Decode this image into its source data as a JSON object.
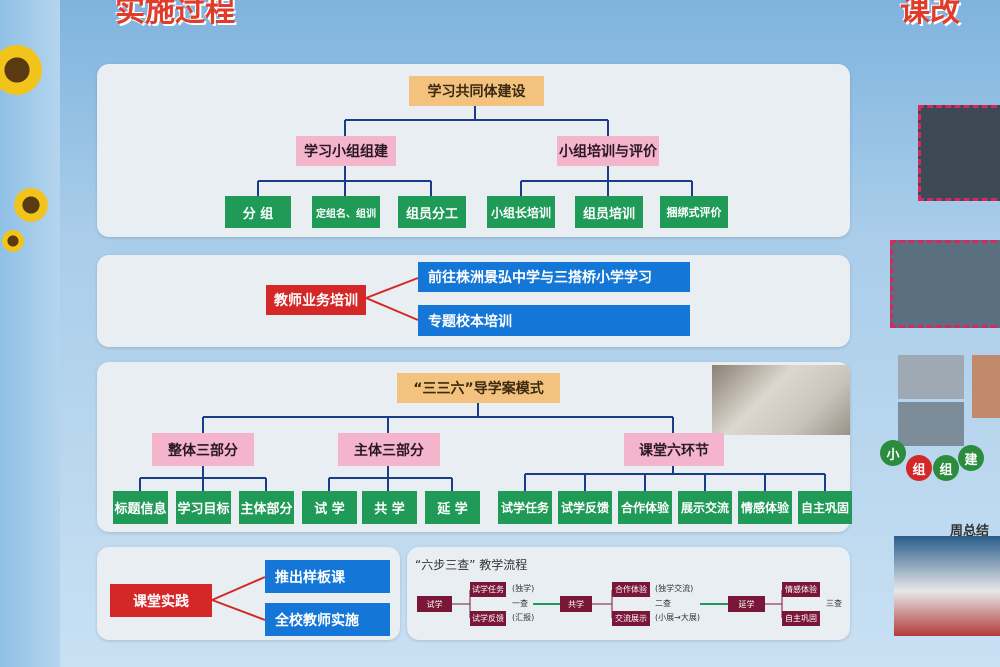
{
  "header": {
    "left_title": "实施过程",
    "right_title": "课改"
  },
  "section1": {
    "root": "学习共同体建设",
    "left_branch": "学习小组组建",
    "right_branch": "小组培训与评价",
    "left_leaves": [
      "分 组",
      "定组名、组训",
      "组员分工"
    ],
    "right_leaves": [
      "小组长培训",
      "组员培训",
      "捆绑式评价"
    ]
  },
  "section2": {
    "root": "教师业务培训",
    "items": [
      "前往株洲景弘中学与三搭桥小学学习",
      "专题校本培训"
    ]
  },
  "section3": {
    "root": "“三三六”导学案模式",
    "branches": [
      "整体三部分",
      "主体三部分",
      "课堂六环节"
    ],
    "leaves_a": [
      "标题信息",
      "学习目标",
      "主体部分"
    ],
    "leaves_b": [
      "试 学",
      "共 学",
      "延 学"
    ],
    "leaves_c": [
      "试学任务",
      "试学反馈",
      "合作体验",
      "展示交流",
      "情感体验",
      "自主巩固"
    ]
  },
  "section4": {
    "root": "课堂实践",
    "items": [
      "推出样板课",
      "全校教师实施"
    ],
    "flow": {
      "title": "“六步三查” 教学流程",
      "start": "试学",
      "step1": [
        "试学任务",
        "试学反馈"
      ],
      "step1_notes": [
        "(独学)",
        "(汇报)"
      ],
      "check1": "一查",
      "mid": "共学",
      "step2": [
        "合作体验",
        "交流展示"
      ],
      "step2_notes": [
        "(独学交流)",
        "(小展→大展)"
      ],
      "check2": "二查",
      "end": "延学",
      "step3": [
        "情感体验",
        "自主巩固"
      ],
      "check3": "三查"
    }
  },
  "right_side": {
    "group_chars": [
      "小",
      "组",
      "组",
      "建"
    ],
    "summary_label": "周总结"
  }
}
